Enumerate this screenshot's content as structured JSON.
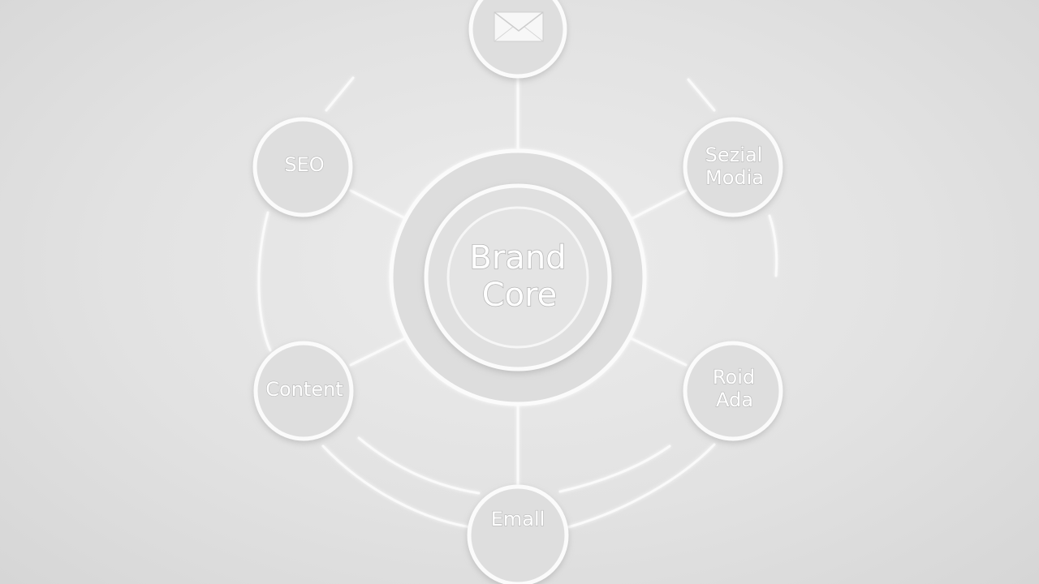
{
  "core": {
    "line1": "Brand",
    "line2": "Core"
  },
  "nodes": [
    {
      "id": "top",
      "icon": "envelope-icon"
    },
    {
      "id": "seo",
      "label": "SEO"
    },
    {
      "id": "social",
      "line1": "Sezial",
      "line2": "Modia"
    },
    {
      "id": "content",
      "label": "Content"
    },
    {
      "id": "paid",
      "line1": "Roid",
      "line2": "Ada"
    },
    {
      "id": "email",
      "label": "Emall"
    }
  ],
  "colors": {
    "background": "#e2e2e2",
    "line": "#fafafa",
    "node_fill": "#dedede"
  }
}
